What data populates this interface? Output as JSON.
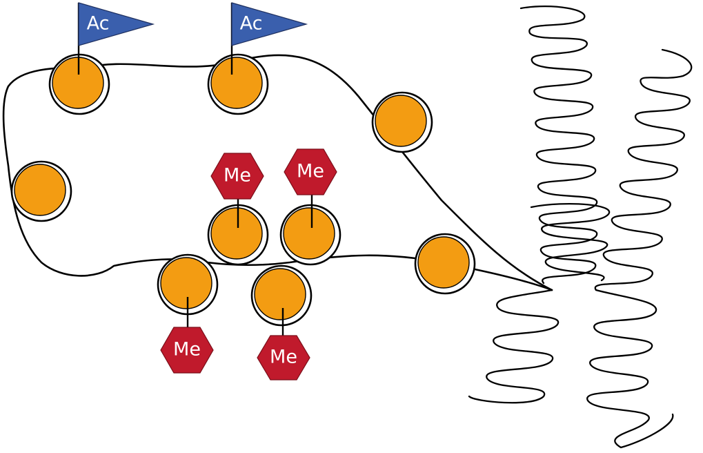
{
  "diagram": {
    "labels": {
      "acetyl": "Ac",
      "methyl": "Me"
    },
    "nucleosomes": [
      {
        "id": "n1",
        "mark": "acetyl"
      },
      {
        "id": "n2",
        "mark": "acetyl"
      },
      {
        "id": "n3",
        "mark": "none"
      },
      {
        "id": "n4",
        "mark": "none"
      },
      {
        "id": "n5",
        "mark": "methyl"
      },
      {
        "id": "n6",
        "mark": "methyl"
      },
      {
        "id": "n7",
        "mark": "none"
      },
      {
        "id": "n8",
        "mark": "methyl"
      },
      {
        "id": "n9",
        "mark": "methyl"
      }
    ],
    "colors": {
      "histone": "#f39c12",
      "acetyl_flag": "#3a5fad",
      "methyl_hexagon": "#c01a2c",
      "dna": "#000000"
    }
  }
}
